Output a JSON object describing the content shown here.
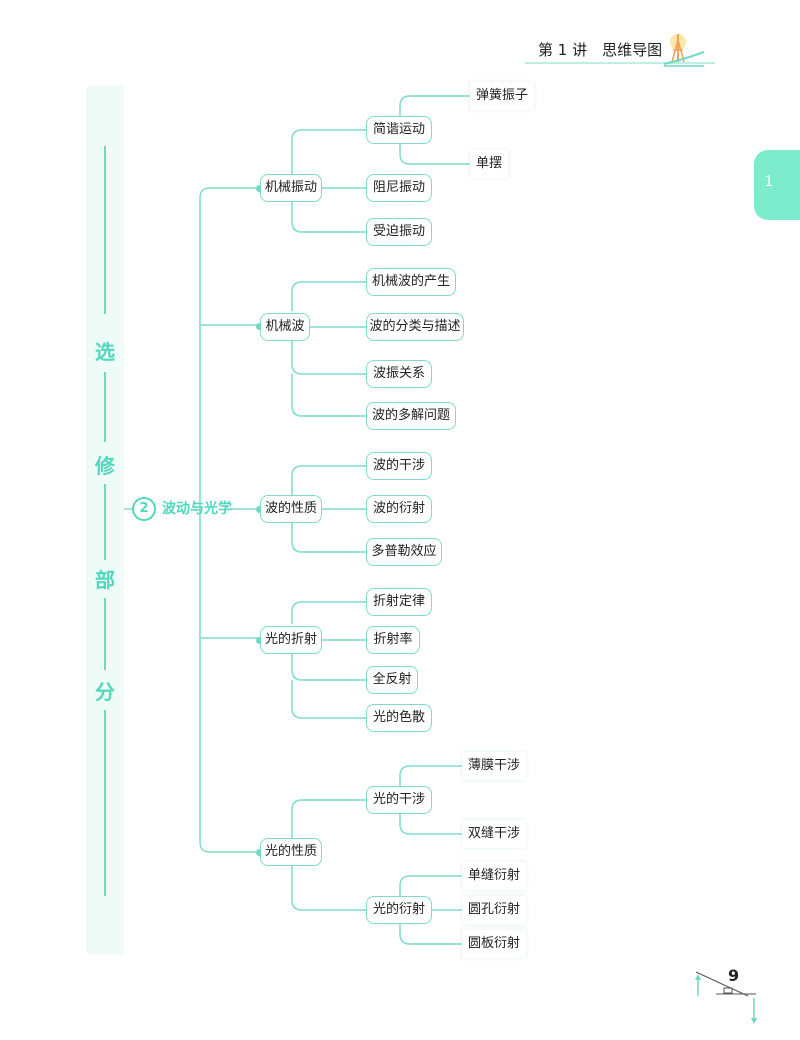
{
  "header": {
    "title": "第 1 讲　思维导图",
    "logo": "tower-logo-icon"
  },
  "side_tab": {
    "label": "1"
  },
  "vertical_title": [
    "选",
    "修",
    "部",
    "分"
  ],
  "central": {
    "number": "2",
    "label": "波动与光学"
  },
  "branches": {
    "b1": {
      "label": "机械振动",
      "c1": {
        "label": "简谐运动",
        "l1": "弹簧振子",
        "l2": "单摆"
      },
      "c2": "阻尼振动",
      "c3": "受迫振动"
    },
    "b2": {
      "label": "机械波",
      "c1": "机械波的产生",
      "c2": "波的分类与描述",
      "c3": "波振关系",
      "c4": "波的多解问题"
    },
    "b3": {
      "label": "波的性质",
      "c1": "波的干涉",
      "c2": "波的衍射",
      "c3": "多普勒效应"
    },
    "b4": {
      "label": "光的折射",
      "c1": "折射定律",
      "c2": "折射率",
      "c3": "全反射",
      "c4": "光的色散"
    },
    "b5": {
      "label": "光的性质",
      "c1": {
        "label": "光的干涉",
        "l1": "薄膜干涉",
        "l2": "双缝干涉"
      },
      "c2": {
        "label": "光的衍射",
        "l1": "单缝衍射",
        "l2": "圆孔衍射",
        "l3": "圆板衍射"
      }
    }
  },
  "footer": {
    "page_number": "9"
  },
  "colors": {
    "accent": "#52d7bf",
    "line": "#6fd9c3",
    "tab": "#7deccc",
    "band": "#eefbf6"
  }
}
